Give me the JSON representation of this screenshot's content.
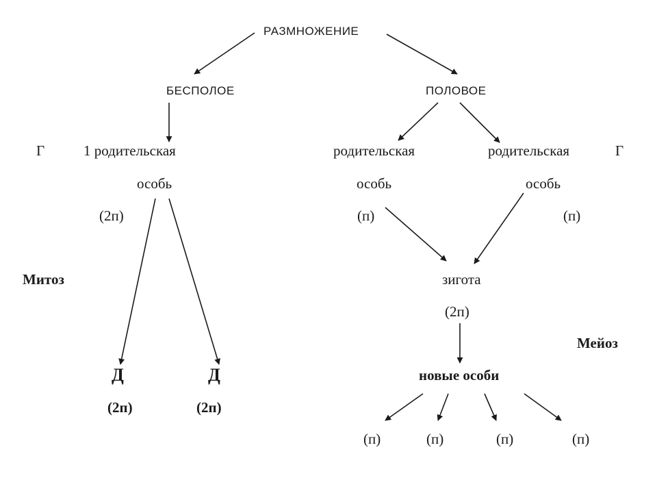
{
  "root": "РАЗМНОЖЕНИЕ",
  "asexual": {
    "title": "БЕСПОЛОЕ",
    "parent_line1": "1 родительская",
    "parent_line2": "особь",
    "parent_ploidy": "(2п)",
    "process": "Митоз",
    "children": [
      "Д",
      "Д"
    ],
    "children_ploidy": [
      "(2п)",
      "(2п)"
    ]
  },
  "sexual": {
    "title": "ПОЛОВОЕ",
    "parent1_line1": "родительская",
    "parent1_line2": "особь",
    "parent1_ploidy": "(п)",
    "parent2_line1": "родительская",
    "parent2_line2": "особь",
    "parent2_ploidy": "(п)",
    "zygote": "зигота",
    "zygote_ploidy": "(2п)",
    "process": "Мейоз",
    "new_individuals": "новые особи",
    "offspring_ploidy": [
      "(п)",
      "(п)",
      "(п)",
      "(п)"
    ]
  },
  "gamete_marks": [
    "Г",
    "Г"
  ]
}
